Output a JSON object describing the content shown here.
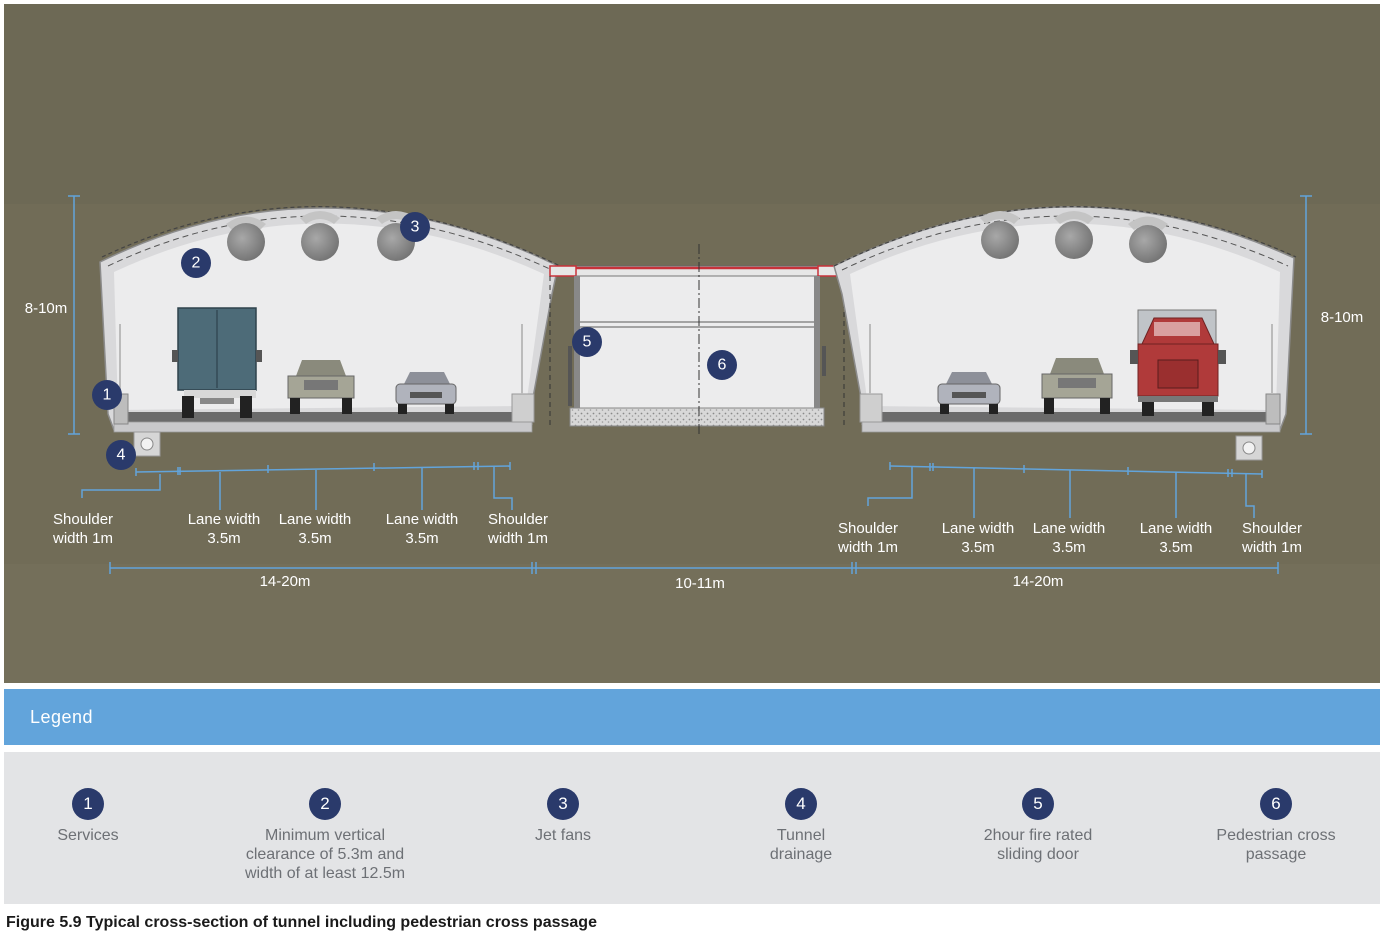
{
  "diagram": {
    "markers": [
      "1",
      "2",
      "3",
      "4",
      "5",
      "6"
    ],
    "left_tunnel": {
      "height_label": "8-10m",
      "width_label": "14-20m",
      "shoulder_left": [
        "Shoulder",
        "width 1m"
      ],
      "lane_1": [
        "Lane width",
        "3.5m"
      ],
      "lane_2": [
        "Lane width",
        "3.5m"
      ],
      "lane_3": [
        "Lane width",
        "3.5m"
      ],
      "shoulder_right": [
        "Shoulder",
        "width 1m"
      ]
    },
    "cross_passage": {
      "width_label": "10-11m"
    },
    "right_tunnel": {
      "height_label": "8-10m",
      "width_label": "14-20m",
      "shoulder_left": [
        "Shoulder",
        "width 1m"
      ],
      "lane_1": [
        "Lane width",
        "3.5m"
      ],
      "lane_2": [
        "Lane width",
        "3.5m"
      ],
      "lane_3": [
        "Lane width",
        "3.5m"
      ],
      "shoulder_right": [
        "Shoulder",
        "width 1m"
      ]
    },
    "colors": {
      "ground": "#716c57",
      "tunnel_fill": "#ececed",
      "dimension_lines": "#62a4db",
      "marker": "#2a3a6b",
      "roof_accent": "#c8323a",
      "truck_left": "#4d6b78",
      "truck_right": "#b03a3a"
    }
  },
  "legend": {
    "title": "Legend",
    "items": [
      {
        "number": "1",
        "text": [
          "Services"
        ]
      },
      {
        "number": "2",
        "text": [
          "Minimum vertical",
          "clearance of 5.3m and",
          "width of at least 12.5m"
        ]
      },
      {
        "number": "3",
        "text": [
          "Jet fans"
        ]
      },
      {
        "number": "4",
        "text": [
          "Tunnel",
          "drainage"
        ]
      },
      {
        "number": "5",
        "text": [
          "2hour fire rated",
          "sliding door"
        ]
      },
      {
        "number": "6",
        "text": [
          "Pedestrian cross",
          "passage"
        ]
      }
    ]
  },
  "caption": "Figure 5.9 Typical cross-section of tunnel including pedestrian cross passage"
}
